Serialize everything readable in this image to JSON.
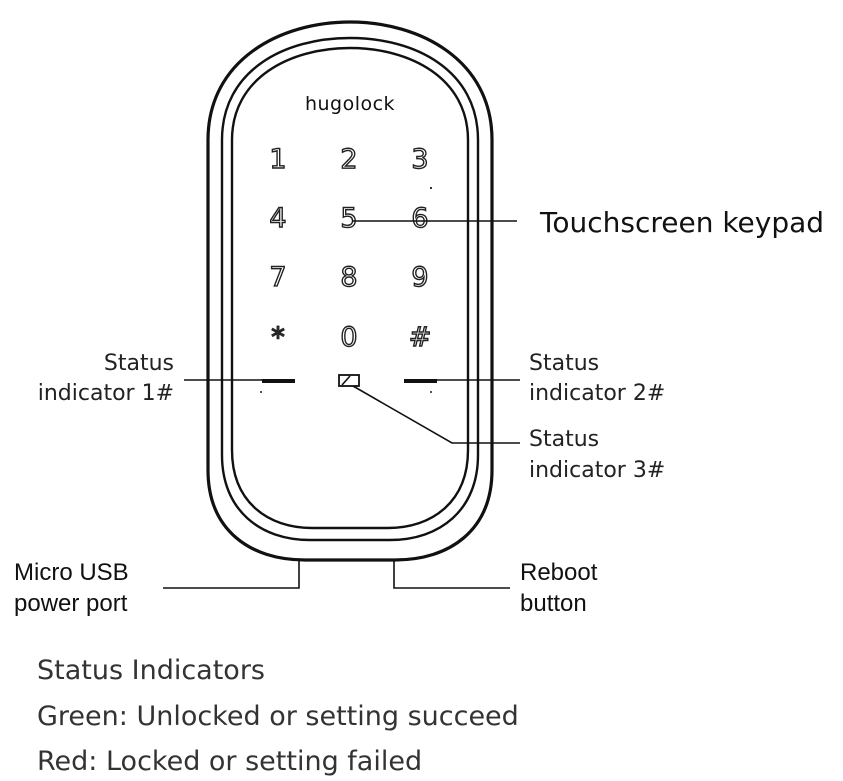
{
  "device": {
    "brand": "hugolock",
    "keys": [
      "1",
      "2",
      "3",
      "4",
      "5",
      "6",
      "7",
      "8",
      "9",
      "*",
      "0",
      "#"
    ]
  },
  "callouts": {
    "keypad": "Touchscreen keypad",
    "status1": [
      "Status",
      "indicator 1#"
    ],
    "status2": [
      "Status",
      "indicator 2#"
    ],
    "status3": [
      "Status",
      "indicator 3#"
    ],
    "usb": [
      "Micro USB",
      "power port"
    ],
    "reboot": [
      "Reboot",
      "button"
    ]
  },
  "legend": {
    "title": "Status Indicators",
    "lines": [
      "Green: Unlocked or setting succeed",
      "Red: Locked or setting failed"
    ]
  }
}
